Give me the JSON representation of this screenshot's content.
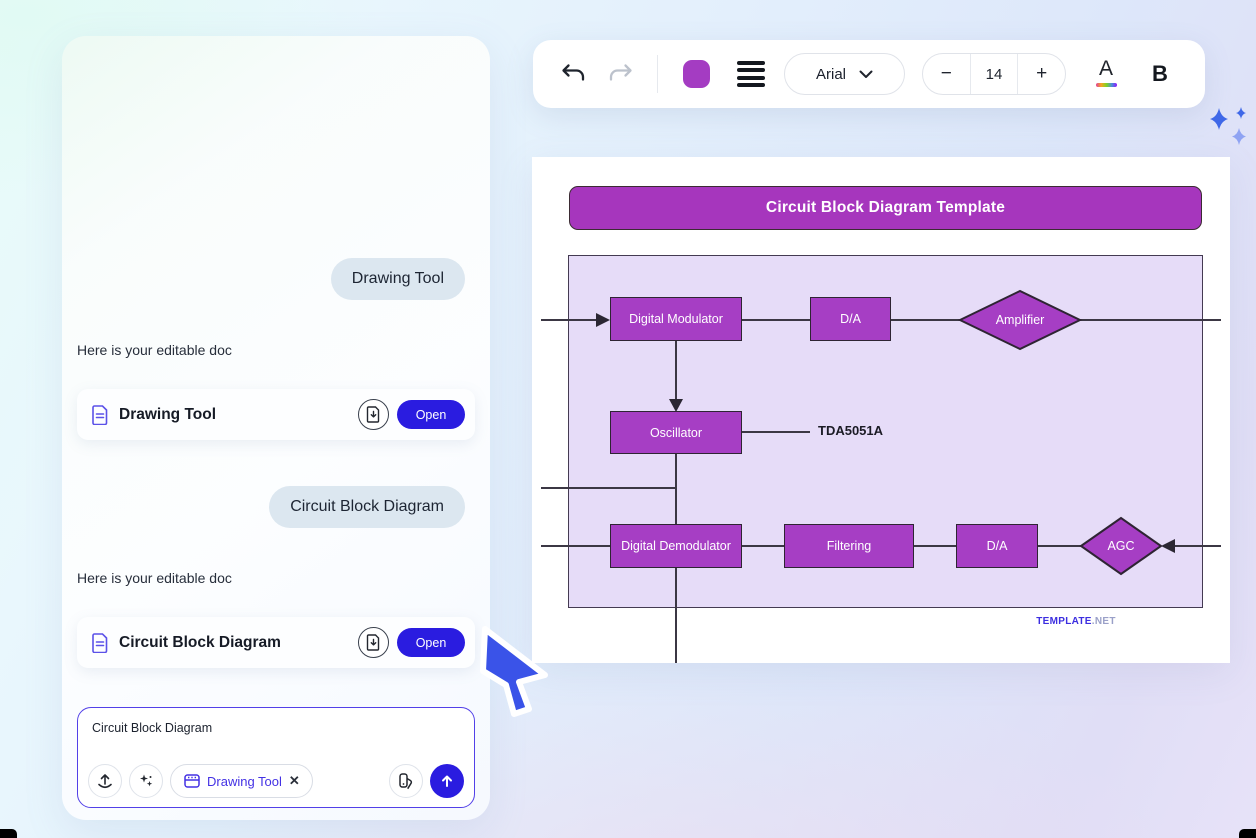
{
  "chat": {
    "user_bubbles": [
      "Drawing Tool",
      "Circuit Block Diagram"
    ],
    "assistant_note": "Here is your editable doc",
    "cards": [
      {
        "title": "Drawing Tool",
        "open": "Open"
      },
      {
        "title": "Circuit Block Diagram",
        "open": "Open"
      }
    ],
    "composer": {
      "value": "Circuit Block Diagram",
      "chip": "Drawing Tool",
      "close": "✕"
    }
  },
  "toolbar": {
    "font": "Arial",
    "size": "14",
    "minus": "−",
    "plus": "+",
    "color_letter": "A",
    "bold_letter": "B",
    "swatch": "#a43cc2"
  },
  "canvas": {
    "title": "Circuit Block Diagram Template",
    "blocks": {
      "dm": "Digital Modulator",
      "da1": "D/A",
      "amp": "Amplifier",
      "osc": "Oscillator",
      "chip": "TDA5051A",
      "dd": "Digital Demodulator",
      "filt": "Filtering",
      "da2": "D/A",
      "agc": "AGC"
    },
    "watermark": {
      "bold": "TEMPLATE",
      "rest": ".NET"
    }
  }
}
